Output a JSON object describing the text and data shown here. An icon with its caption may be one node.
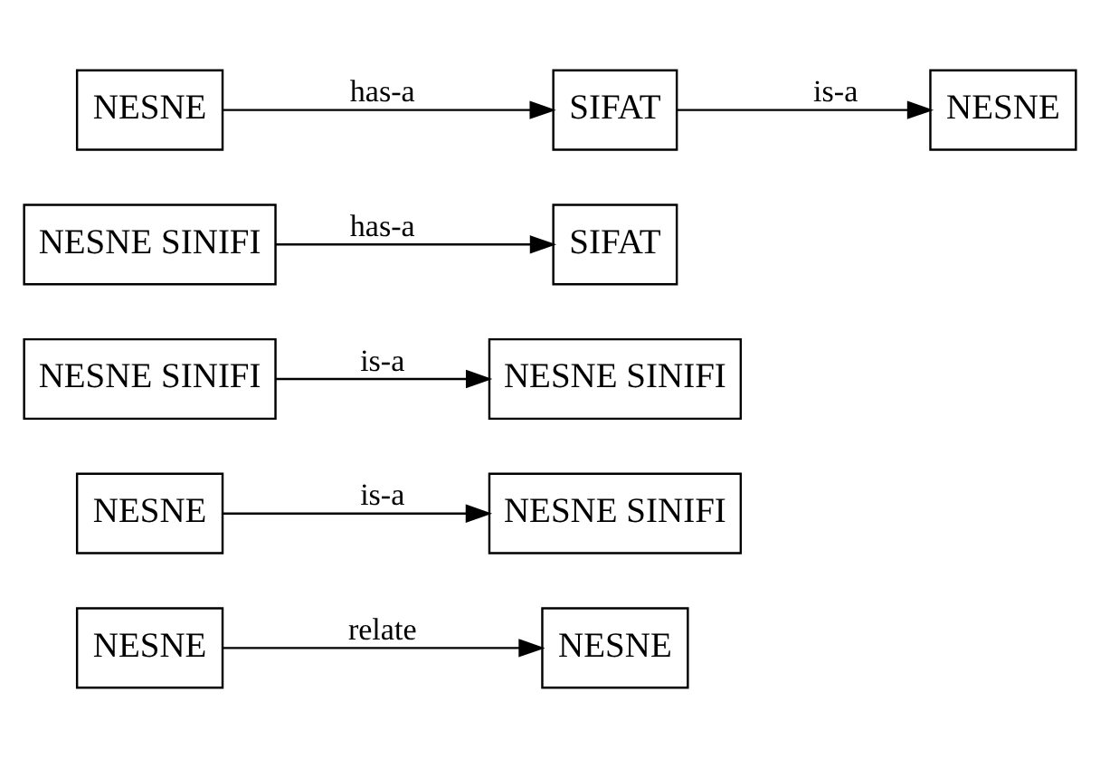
{
  "diagram": {
    "nodes": [
      {
        "text": [
          "NESNE"
        ]
      },
      {
        "text": [
          "NESNE"
        ]
      },
      {
        "text": [
          "NESNE"
        ]
      },
      {
        "text": [
          "NESNE SINIFI"
        ]
      },
      {
        "text": [
          "NESNE SINIFI"
        ]
      },
      {
        "text": [
          "NESNE SINIFI"
        ]
      },
      {
        "text": [
          "NESNE SINIFI"
        ]
      },
      {
        "text": [
          "SIFAT"
        ]
      },
      {
        "text": [
          "NESNE"
        ]
      },
      {
        "text": [
          "SIFAT"
        ]
      },
      {
        "text": [
          "NESNE"
        ]
      }
    ],
    "edges": [
      {
        "from": 0,
        "to": 1,
        "arrow": "to",
        "label": "relate"
      },
      {
        "from": 2,
        "to": 3,
        "arrow": "to",
        "label": "is-a"
      },
      {
        "from": 4,
        "to": 5,
        "arrow": "to",
        "label": "is-a"
      },
      {
        "from": 6,
        "to": 7,
        "arrow": "to",
        "label": "has-a"
      },
      {
        "from": 8,
        "to": 9,
        "arrow": "to",
        "label": "has-a"
      },
      {
        "from": 9,
        "to": 10,
        "arrow": "to",
        "label": "is-a"
      }
    ]
  }
}
